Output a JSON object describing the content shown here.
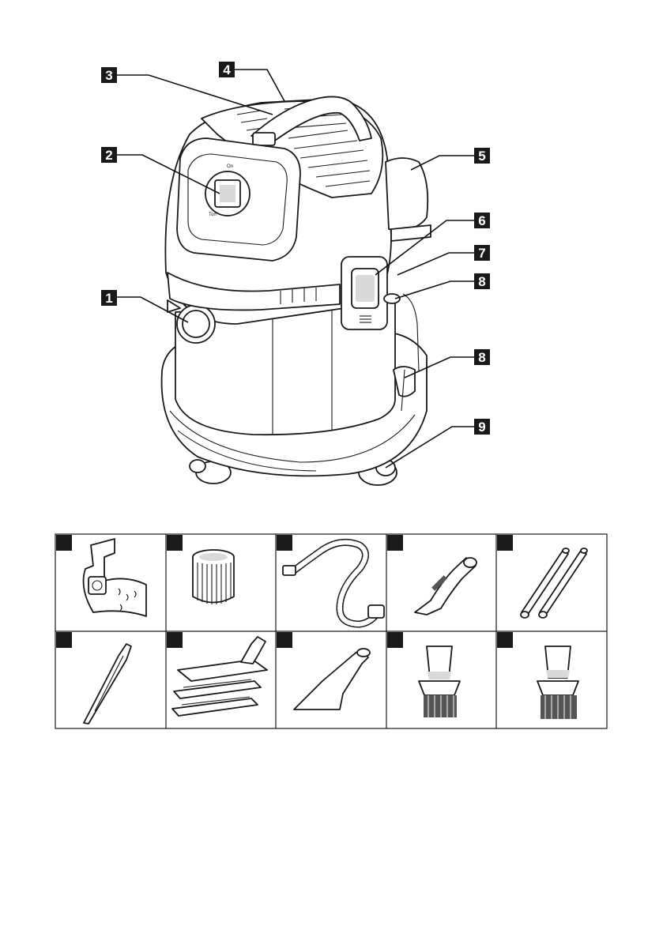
{
  "callouts": [
    {
      "label": "1"
    },
    {
      "label": "2"
    },
    {
      "label": "3"
    },
    {
      "label": "4"
    },
    {
      "label": "5"
    },
    {
      "label": "6"
    },
    {
      "label": "7"
    },
    {
      "label": "8"
    },
    {
      "label": "8"
    },
    {
      "label": "9"
    }
  ],
  "switch_marks": {
    "on": "On",
    "off": "Ton"
  },
  "accessories": [
    {
      "icon": "filter-bag-icon"
    },
    {
      "icon": "cartridge-filter-icon"
    },
    {
      "icon": "suction-hose-icon"
    },
    {
      "icon": "hose-handle-icon"
    },
    {
      "icon": "extension-tubes-icon"
    },
    {
      "icon": "crevice-nozzle-icon"
    },
    {
      "icon": "floor-nozzle-icon"
    },
    {
      "icon": "upholstery-nozzle-icon"
    },
    {
      "icon": "dusting-brush-icon"
    },
    {
      "icon": "round-brush-icon"
    }
  ]
}
